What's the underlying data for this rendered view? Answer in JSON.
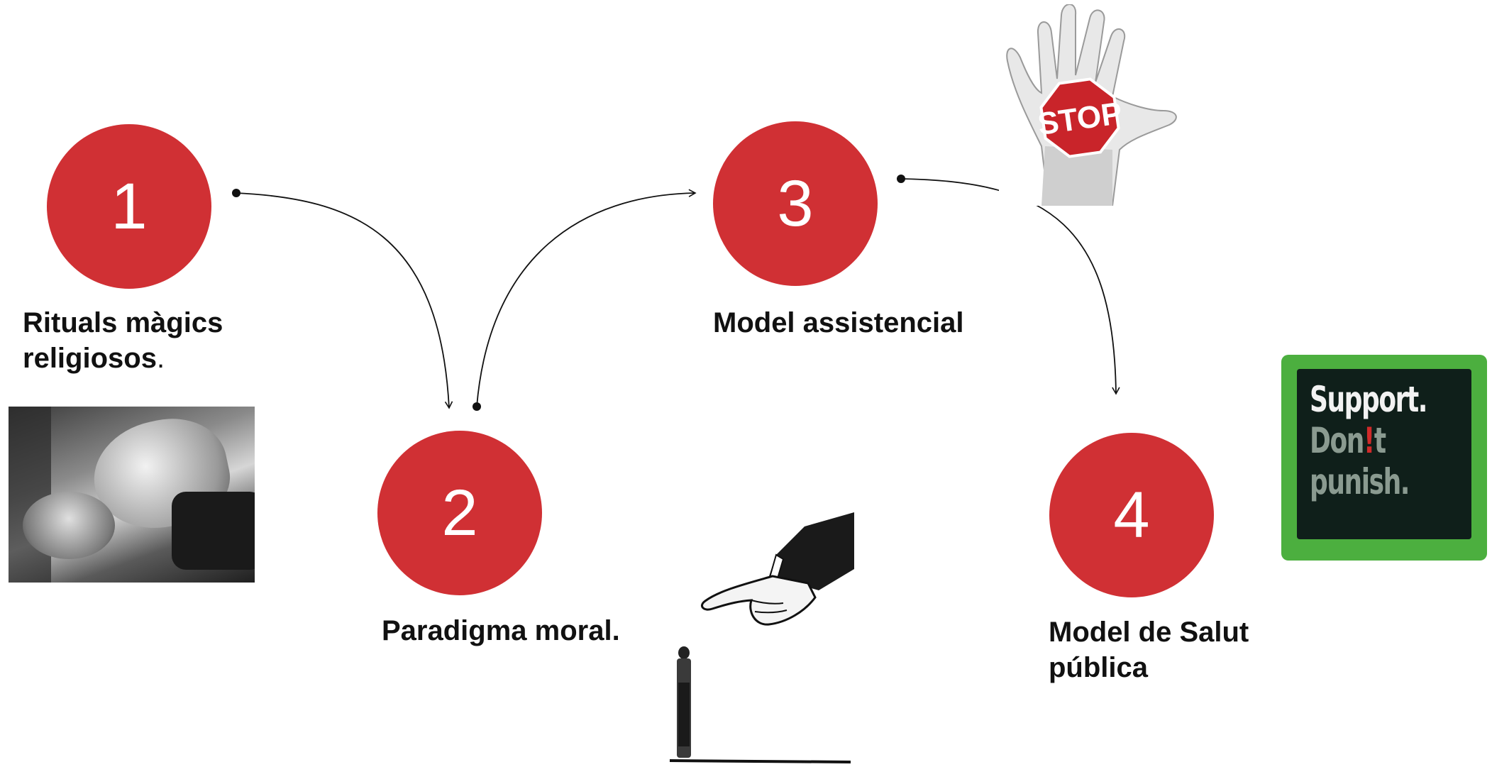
{
  "colors": {
    "accent": "#d03034",
    "text": "#111111",
    "support_green": "#4caf3f",
    "support_dark": "#0f1f1a"
  },
  "steps": [
    {
      "number": "1",
      "label_bold": "Rituals màgics religiosos",
      "label_plain": "."
    },
    {
      "number": "2",
      "label": "Paradigma moral."
    },
    {
      "number": "3",
      "label": "Model assistencial"
    },
    {
      "number": "4",
      "label": "Model de Salut pública"
    }
  ],
  "images": {
    "ritual_photo": "ritual-photo",
    "pointing_finger": "pointing-finger-illustration",
    "stop_hand": "stop-hand-image",
    "support_logo": {
      "line1": "Support.",
      "line2_pre": "Don",
      "line2_mark": "!",
      "line2_post": "t",
      "line3": "punish."
    },
    "stop_sign_text": "STOP"
  }
}
